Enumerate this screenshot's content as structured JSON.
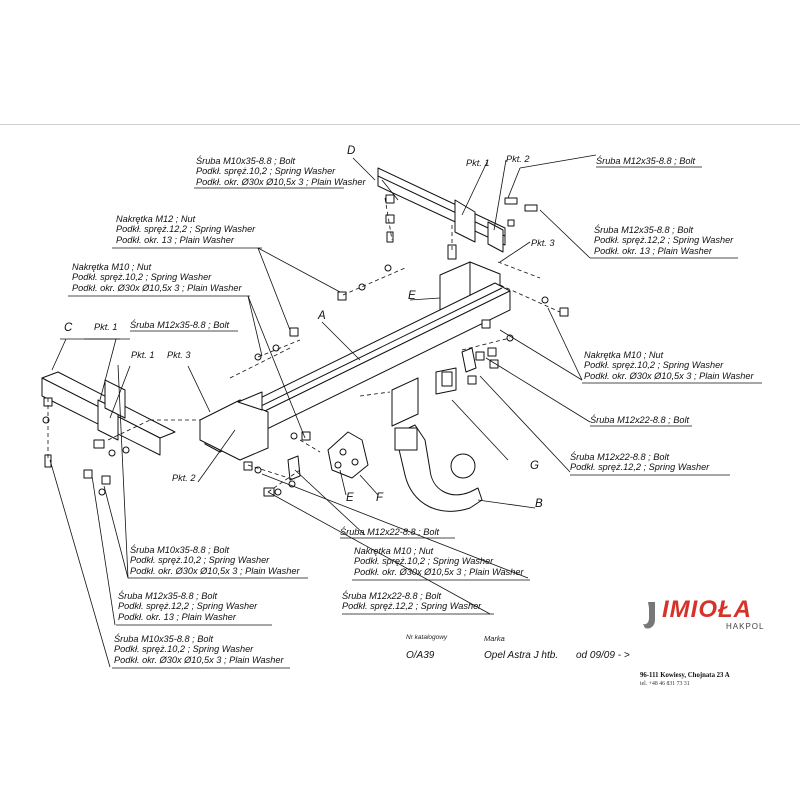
{
  "parts": {
    "A": "A",
    "B": "B",
    "C": "C",
    "D": "D",
    "E1": "E",
    "E2": "E",
    "F": "F",
    "G": "G"
  },
  "pkt": {
    "d_pkt1": "Pkt. 1",
    "d_pkt2": "Pkt. 2",
    "d_pkt3": "Pkt. 3",
    "c_pkt1a": "Pkt. 1",
    "c_pkt1b": "Pkt. 1",
    "c_pkt3": "Pkt. 3",
    "c_pkt2": "Pkt. 2"
  },
  "labels": {
    "top_d_bolt": [
      "Śruba M10x35-8.8 ;  Bolt",
      "Podkł. spręż.10,2 ; Spring Washer",
      "Podkł. okr.  Ø30x Ø10,5x 3 ; Plain Washer"
    ],
    "top_right_bolt": [
      "Śruba M12x35-8.8 ;  Bolt"
    ],
    "right_bolt_set": [
      "Śruba M12x35-8.8 ;  Bolt",
      "Podkł. spręż.12,2 ; Spring Washer",
      "Podkł. okr. 13 ; Plain Washer"
    ],
    "left_nut12": [
      "Nakrętka  M12 ; Nut",
      "Podkł. spręż.12,2 ; Spring Washer",
      "Podkł. okr. 13 ; Plain Washer"
    ],
    "left_nut10": [
      "Nakrętka  M10 ; Nut",
      "Podkł. spręż.10,2 ; Spring Washer",
      "Podkł. okr.  Ø30x Ø10,5x 3 ; Plain Washer"
    ],
    "c_bolt": [
      "Śruba M12x35-8.8 ;  Bolt"
    ],
    "right_nut10": [
      "Nakrętka  M10 ; Nut",
      "Podkł. spręż.10,2 ; Spring Washer",
      "Podkł. okr.  Ø30x Ø10,5x 3 ; Plain Washer"
    ],
    "right_bolt22": [
      "Śruba M12x22-8.8 ;  Bolt"
    ],
    "right_bolt22_set": [
      "Śruba M12x22-8.8 ;  Bolt",
      "Podkł. spręż.12,2 ; Spring Washer"
    ],
    "mid_bolt22": [
      "Śruba M12x22-8.8 ;  Bolt"
    ],
    "mid_nut10": [
      "Nakrętka  M10 ; Nut",
      "Podkł. spręż.10,2 ; Spring Washer",
      "Podkł. okr.  Ø30x Ø10,5x 3 ; Plain Washer"
    ],
    "mid_bolt22_set": [
      "Śruba M12x22-8.8 ;  Bolt",
      "Podkł. spręż.12,2 ; Spring Washer"
    ],
    "bl_bolt10": [
      "Śruba M10x35-8.8 ;  Bolt",
      "Podkł. spręż.10,2 ; Spring Washer",
      "Podkł. okr.  Ø30x Ø10,5x 3 ; Plain Washer"
    ],
    "bl_bolt12": [
      "Śruba M12x35-8.8 ;  Bolt",
      "Podkł. spręż.12,2 ; Spring Washer",
      "Podkł. okr. 13 ; Plain Washer"
    ],
    "bl_bolt10b": [
      "Śruba M10x35-8.8 ;  Bolt",
      "Podkł. spręż.10,2 ; Spring Washer",
      "Podkł. okr.  Ø30x Ø10,5x 3 ; Plain Washer"
    ]
  },
  "meta": {
    "catalog_label": "Nr katalogowy",
    "catalog_value": "O/A39",
    "make_label": "Marka",
    "make_value": "Opel Astra J htb.",
    "date_value": "od 09/09 - >"
  },
  "brand": {
    "name": "IMIOŁA",
    "sub": "HAKPOL",
    "address": "96-111 Kowiesy, Chojnata 23 A",
    "tel": "tel. +48 46 831 73 31",
    "color": "#d7322a"
  }
}
